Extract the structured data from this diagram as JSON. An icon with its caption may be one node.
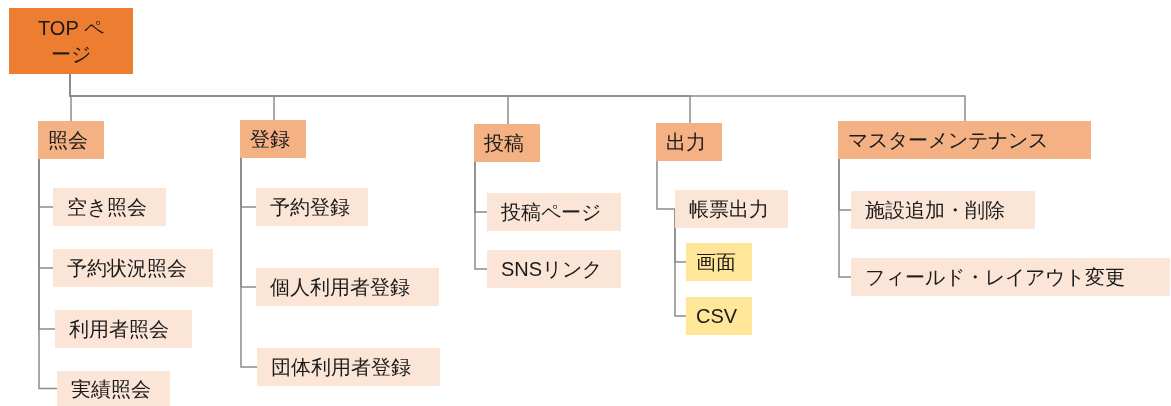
{
  "diagram": {
    "nodes": [
      {
        "text": [
          "TOP ページ"
        ]
      },
      {
        "text": [
          "照会"
        ]
      },
      {
        "text": [
          "空き照会"
        ]
      },
      {
        "text": [
          "予約状況照会"
        ]
      },
      {
        "text": [
          "利用者照会"
        ]
      },
      {
        "text": [
          "実績照会"
        ]
      },
      {
        "text": [
          "登録"
        ]
      },
      {
        "text": [
          "予約登録"
        ]
      },
      {
        "text": [
          "個人利用者登録"
        ]
      },
      {
        "text": [
          "団体利用者登録"
        ]
      },
      {
        "text": [
          "投稿"
        ]
      },
      {
        "text": [
          "投稿ページ"
        ]
      },
      {
        "text": [
          "SNSリンク"
        ]
      },
      {
        "text": [
          "出力"
        ]
      },
      {
        "text": [
          "帳票出力"
        ]
      },
      {
        "text": [
          "画面"
        ]
      },
      {
        "text": [
          "CSV"
        ]
      },
      {
        "text": [
          "マスターメンテナンス"
        ]
      },
      {
        "text": [
          "施設追加・削除"
        ]
      },
      {
        "text": [
          "フィールド・レイアウト変更"
        ]
      }
    ],
    "edges": [
      {
        "from": 0,
        "to": 1,
        "arrow": "none"
      },
      {
        "from": 0,
        "to": 6,
        "arrow": "none"
      },
      {
        "from": 0,
        "to": 10,
        "arrow": "none"
      },
      {
        "from": 0,
        "to": 13,
        "arrow": "none"
      },
      {
        "from": 0,
        "to": 17,
        "arrow": "none"
      },
      {
        "from": 1,
        "to": 2,
        "arrow": "none"
      },
      {
        "from": 1,
        "to": 3,
        "arrow": "none"
      },
      {
        "from": 1,
        "to": 4,
        "arrow": "none"
      },
      {
        "from": 1,
        "to": 5,
        "arrow": "none"
      },
      {
        "from": 6,
        "to": 7,
        "arrow": "none"
      },
      {
        "from": 6,
        "to": 8,
        "arrow": "none"
      },
      {
        "from": 6,
        "to": 9,
        "arrow": "none"
      },
      {
        "from": 10,
        "to": 11,
        "arrow": "none"
      },
      {
        "from": 10,
        "to": 12,
        "arrow": "none"
      },
      {
        "from": 13,
        "to": 14,
        "arrow": "none"
      },
      {
        "from": 14,
        "to": 15,
        "arrow": "none"
      },
      {
        "from": 14,
        "to": 16,
        "arrow": "none"
      },
      {
        "from": 17,
        "to": 18,
        "arrow": "none"
      },
      {
        "from": 17,
        "to": 19,
        "arrow": "none"
      }
    ]
  }
}
